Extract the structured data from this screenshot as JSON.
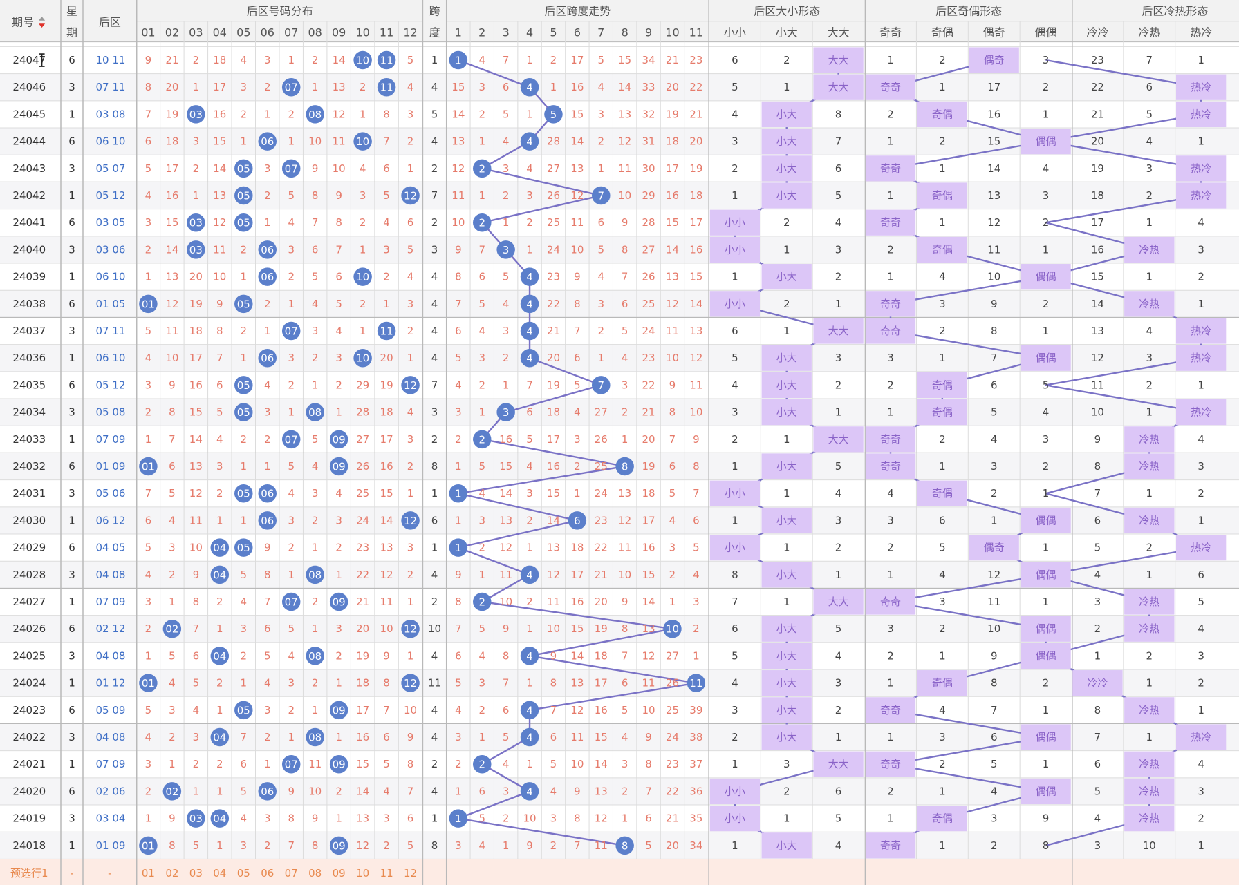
{
  "header": {
    "qihao": "期号",
    "week_line1": "星",
    "week_line2": "期",
    "houqu": "后区",
    "dist_title": "后区号码分布",
    "span_line1": "跨",
    "span_line2": "度",
    "span_trend_title": "后区跨度走势",
    "daxiao_title": "后区大小形态",
    "jiou_title": "后区奇偶形态",
    "lengre_title": "后区冷热形态",
    "dist_numbers": [
      "01",
      "02",
      "03",
      "04",
      "05",
      "06",
      "07",
      "08",
      "09",
      "10",
      "11",
      "12"
    ],
    "span_numbers": [
      "1",
      "2",
      "3",
      "4",
      "5",
      "6",
      "7",
      "8",
      "9",
      "10",
      "11"
    ],
    "daxiao_labels": [
      "小小",
      "小大",
      "大大"
    ],
    "jiou_labels": [
      "奇奇",
      "奇偶",
      "偶奇",
      "偶偶"
    ],
    "lengre_labels": [
      "冷冷",
      "冷热",
      "热冷"
    ]
  },
  "colors": {
    "ball": "#5b7fcb",
    "line": "#7a72c6",
    "miss_text": "#e67b6b",
    "link": "#3f6fc6",
    "form_bg": "#dcc6f7",
    "form_text": "#8a63c8",
    "footer_bg": "#fdebe4",
    "footer_text": "#e8894e"
  },
  "rows": [
    {
      "p": "24047",
      "w": "6",
      "b": "10 11",
      "d": [
        9,
        21,
        2,
        18,
        4,
        3,
        1,
        2,
        14,
        10,
        11,
        5
      ],
      "h": [
        10,
        11
      ],
      "s": 1,
      "st": [
        1,
        4,
        7,
        1,
        2,
        17,
        5,
        15,
        34,
        21,
        23
      ],
      "dx": [
        6,
        2,
        "大大"
      ],
      "jo": [
        1,
        2,
        "偶奇",
        3
      ],
      "lr": [
        23,
        7,
        1
      ]
    },
    {
      "p": "24046",
      "w": "3",
      "b": "07 11",
      "d": [
        8,
        20,
        1,
        17,
        3,
        2,
        7,
        1,
        13,
        2,
        11,
        4
      ],
      "h": [
        7,
        11
      ],
      "s": 4,
      "st": [
        15,
        3,
        6,
        4,
        1,
        16,
        4,
        14,
        33,
        20,
        22
      ],
      "dx": [
        5,
        1,
        "大大"
      ],
      "jo": [
        "奇奇",
        1,
        17,
        2
      ],
      "lr": [
        22,
        6,
        "热冷"
      ]
    },
    {
      "p": "24045",
      "w": "1",
      "b": "03 08",
      "d": [
        7,
        19,
        3,
        16,
        2,
        1,
        2,
        8,
        12,
        1,
        8,
        3
      ],
      "h": [
        3,
        8
      ],
      "s": 5,
      "st": [
        14,
        2,
        5,
        1,
        5,
        15,
        3,
        13,
        32,
        19,
        21
      ],
      "dx": [
        4,
        "小大",
        8
      ],
      "jo": [
        2,
        "奇偶",
        16,
        1
      ],
      "lr": [
        21,
        5,
        "热冷"
      ]
    },
    {
      "p": "24044",
      "w": "6",
      "b": "06 10",
      "d": [
        6,
        18,
        3,
        15,
        1,
        6,
        1,
        10,
        11,
        10,
        7,
        2
      ],
      "h": [
        6,
        10
      ],
      "s": 4,
      "st": [
        13,
        1,
        4,
        4,
        28,
        14,
        2,
        12,
        31,
        18,
        20
      ],
      "dx": [
        3,
        "小大",
        7
      ],
      "jo": [
        1,
        2,
        15,
        "偶偶"
      ],
      "lr": [
        20,
        4,
        1
      ]
    },
    {
      "p": "24043",
      "w": "3",
      "b": "05 07",
      "d": [
        5,
        17,
        2,
        14,
        5,
        3,
        7,
        9,
        10,
        4,
        6,
        1
      ],
      "h": [
        5,
        7
      ],
      "s": 2,
      "st": [
        12,
        2,
        3,
        4,
        27,
        13,
        1,
        11,
        30,
        17,
        19
      ],
      "dx": [
        2,
        "小大",
        6
      ],
      "jo": [
        "奇奇",
        1,
        14,
        4
      ],
      "lr": [
        19,
        3,
        "热冷"
      ]
    },
    {
      "p": "24042",
      "w": "1",
      "b": "05 12",
      "d": [
        4,
        16,
        1,
        13,
        5,
        2,
        5,
        8,
        9,
        3,
        5,
        12
      ],
      "h": [
        5,
        12
      ],
      "s": 7,
      "st": [
        11,
        1,
        2,
        3,
        26,
        12,
        7,
        10,
        29,
        16,
        18
      ],
      "dx": [
        1,
        "小大",
        5
      ],
      "jo": [
        1,
        "奇偶",
        13,
        3
      ],
      "lr": [
        18,
        2,
        "热冷"
      ]
    },
    {
      "p": "24041",
      "w": "6",
      "b": "03 05",
      "d": [
        3,
        15,
        3,
        12,
        5,
        1,
        4,
        7,
        8,
        2,
        4,
        6
      ],
      "h": [
        3,
        5
      ],
      "s": 2,
      "st": [
        10,
        2,
        1,
        2,
        25,
        11,
        6,
        9,
        28,
        15,
        17
      ],
      "dx": [
        "小小",
        2,
        4
      ],
      "jo": [
        "奇奇",
        1,
        12,
        2
      ],
      "lr": [
        17,
        1,
        4
      ]
    },
    {
      "p": "24040",
      "w": "3",
      "b": "03 06",
      "d": [
        2,
        14,
        3,
        11,
        2,
        6,
        3,
        6,
        7,
        1,
        3,
        5
      ],
      "h": [
        3,
        6
      ],
      "s": 3,
      "st": [
        9,
        7,
        3,
        1,
        24,
        10,
        5,
        8,
        27,
        14,
        16
      ],
      "dx": [
        "小小",
        1,
        3
      ],
      "jo": [
        2,
        "奇偶",
        11,
        1
      ],
      "lr": [
        16,
        "冷热",
        3
      ]
    },
    {
      "p": "24039",
      "w": "1",
      "b": "06 10",
      "d": [
        1,
        13,
        20,
        10,
        1,
        6,
        2,
        5,
        6,
        10,
        2,
        4
      ],
      "h": [
        6,
        10
      ],
      "s": 4,
      "st": [
        8,
        6,
        5,
        4,
        23,
        9,
        4,
        7,
        26,
        13,
        15
      ],
      "dx": [
        1,
        "小大",
        2
      ],
      "jo": [
        1,
        4,
        10,
        "偶偶"
      ],
      "lr": [
        15,
        1,
        2
      ]
    },
    {
      "p": "24038",
      "w": "6",
      "b": "01 05",
      "d": [
        1,
        12,
        19,
        9,
        5,
        2,
        1,
        4,
        5,
        2,
        1,
        3
      ],
      "h": [
        1,
        5
      ],
      "s": 4,
      "st": [
        7,
        5,
        4,
        4,
        22,
        8,
        3,
        6,
        25,
        12,
        14
      ],
      "dx": [
        "小小",
        2,
        1
      ],
      "jo": [
        "奇奇",
        3,
        9,
        2
      ],
      "lr": [
        14,
        "冷热",
        1
      ]
    },
    {
      "p": "24037",
      "w": "3",
      "b": "07 11",
      "d": [
        5,
        11,
        18,
        8,
        2,
        1,
        7,
        3,
        4,
        1,
        11,
        2
      ],
      "h": [
        7,
        11
      ],
      "s": 4,
      "st": [
        6,
        4,
        3,
        4,
        21,
        7,
        2,
        5,
        24,
        11,
        13
      ],
      "dx": [
        6,
        1,
        "大大"
      ],
      "jo": [
        "奇奇",
        2,
        8,
        1
      ],
      "lr": [
        13,
        4,
        "热冷"
      ]
    },
    {
      "p": "24036",
      "w": "1",
      "b": "06 10",
      "d": [
        4,
        10,
        17,
        7,
        1,
        6,
        3,
        2,
        3,
        10,
        20,
        1
      ],
      "h": [
        6,
        10
      ],
      "s": 4,
      "st": [
        5,
        3,
        2,
        4,
        20,
        6,
        1,
        4,
        23,
        10,
        12
      ],
      "dx": [
        5,
        "小大",
        3
      ],
      "jo": [
        3,
        1,
        7,
        "偶偶"
      ],
      "lr": [
        12,
        3,
        "热冷"
      ]
    },
    {
      "p": "24035",
      "w": "6",
      "b": "05 12",
      "d": [
        3,
        9,
        16,
        6,
        5,
        4,
        2,
        1,
        2,
        29,
        19,
        12
      ],
      "h": [
        5,
        12
      ],
      "s": 7,
      "st": [
        4,
        2,
        1,
        7,
        19,
        5,
        7,
        3,
        22,
        9,
        11
      ],
      "dx": [
        4,
        "小大",
        2
      ],
      "jo": [
        2,
        "奇偶",
        6,
        5
      ],
      "lr": [
        11,
        2,
        1
      ]
    },
    {
      "p": "24034",
      "w": "3",
      "b": "05 08",
      "d": [
        2,
        8,
        15,
        5,
        5,
        3,
        1,
        8,
        1,
        28,
        18,
        4
      ],
      "h": [
        5,
        8
      ],
      "s": 3,
      "st": [
        3,
        1,
        3,
        6,
        18,
        4,
        27,
        2,
        21,
        8,
        10
      ],
      "dx": [
        3,
        "小大",
        1
      ],
      "jo": [
        1,
        "奇偶",
        5,
        4
      ],
      "lr": [
        10,
        1,
        "热冷"
      ]
    },
    {
      "p": "24033",
      "w": "1",
      "b": "07 09",
      "d": [
        1,
        7,
        14,
        4,
        2,
        2,
        7,
        5,
        9,
        27,
        17,
        3
      ],
      "h": [
        7,
        9
      ],
      "s": 2,
      "st": [
        2,
        2,
        16,
        5,
        17,
        3,
        26,
        1,
        20,
        7,
        9
      ],
      "dx": [
        2,
        1,
        "大大"
      ],
      "jo": [
        "奇奇",
        2,
        4,
        3
      ],
      "lr": [
        9,
        "冷热",
        4
      ]
    },
    {
      "p": "24032",
      "w": "6",
      "b": "01 09",
      "d": [
        1,
        6,
        13,
        3,
        1,
        1,
        5,
        4,
        9,
        26,
        16,
        2
      ],
      "h": [
        1,
        9
      ],
      "s": 8,
      "st": [
        1,
        5,
        15,
        4,
        16,
        2,
        25,
        8,
        19,
        6,
        8
      ],
      "dx": [
        1,
        "小大",
        5
      ],
      "jo": [
        "奇奇",
        1,
        3,
        2
      ],
      "lr": [
        8,
        "冷热",
        3
      ]
    },
    {
      "p": "24031",
      "w": "3",
      "b": "05 06",
      "d": [
        7,
        5,
        12,
        2,
        5,
        6,
        4,
        3,
        4,
        25,
        15,
        1
      ],
      "h": [
        5,
        6
      ],
      "s": 1,
      "st": [
        1,
        4,
        14,
        3,
        15,
        1,
        24,
        13,
        18,
        5,
        7
      ],
      "dx": [
        "小小",
        1,
        4
      ],
      "jo": [
        4,
        "奇偶",
        2,
        1
      ],
      "lr": [
        7,
        1,
        2
      ]
    },
    {
      "p": "24030",
      "w": "1",
      "b": "06 12",
      "d": [
        6,
        4,
        11,
        1,
        1,
        6,
        3,
        2,
        3,
        24,
        14,
        12
      ],
      "h": [
        6,
        12
      ],
      "s": 6,
      "st": [
        1,
        3,
        13,
        2,
        14,
        6,
        23,
        12,
        17,
        4,
        6
      ],
      "dx": [
        1,
        "小大",
        3
      ],
      "jo": [
        3,
        6,
        1,
        "偶偶"
      ],
      "lr": [
        6,
        "冷热",
        1
      ]
    },
    {
      "p": "24029",
      "w": "6",
      "b": "04 05",
      "d": [
        5,
        3,
        10,
        4,
        5,
        9,
        2,
        1,
        2,
        23,
        13,
        3
      ],
      "h": [
        4,
        5
      ],
      "s": 1,
      "st": [
        1,
        2,
        12,
        1,
        13,
        18,
        22,
        11,
        16,
        3,
        5
      ],
      "dx": [
        "小小",
        1,
        2
      ],
      "jo": [
        2,
        5,
        "偶奇",
        1
      ],
      "lr": [
        5,
        2,
        "热冷"
      ]
    },
    {
      "p": "24028",
      "w": "3",
      "b": "04 08",
      "d": [
        4,
        2,
        9,
        4,
        5,
        8,
        1,
        8,
        1,
        22,
        12,
        2
      ],
      "h": [
        4,
        8
      ],
      "s": 4,
      "st": [
        9,
        1,
        11,
        4,
        12,
        17,
        21,
        10,
        15,
        2,
        4
      ],
      "dx": [
        8,
        "小大",
        1
      ],
      "jo": [
        1,
        4,
        12,
        "偶偶"
      ],
      "lr": [
        4,
        1,
        6
      ]
    },
    {
      "p": "24027",
      "w": "1",
      "b": "07 09",
      "d": [
        3,
        1,
        8,
        2,
        4,
        7,
        7,
        2,
        9,
        21,
        11,
        1
      ],
      "h": [
        7,
        9
      ],
      "s": 2,
      "st": [
        8,
        2,
        10,
        2,
        11,
        16,
        20,
        9,
        14,
        1,
        3
      ],
      "dx": [
        7,
        1,
        "大大"
      ],
      "jo": [
        "奇奇",
        3,
        11,
        1
      ],
      "lr": [
        3,
        "冷热",
        5
      ]
    },
    {
      "p": "24026",
      "w": "6",
      "b": "02 12",
      "d": [
        2,
        2,
        7,
        1,
        3,
        6,
        5,
        1,
        3,
        20,
        10,
        12
      ],
      "h": [
        2,
        12
      ],
      "s": 10,
      "st": [
        7,
        5,
        9,
        1,
        10,
        15,
        19,
        8,
        13,
        10,
        2
      ],
      "dx": [
        6,
        "小大",
        5
      ],
      "jo": [
        3,
        2,
        10,
        "偶偶"
      ],
      "lr": [
        2,
        "冷热",
        4
      ]
    },
    {
      "p": "24025",
      "w": "3",
      "b": "04 08",
      "d": [
        1,
        5,
        6,
        4,
        2,
        5,
        4,
        8,
        2,
        19,
        9,
        1
      ],
      "h": [
        4,
        8
      ],
      "s": 4,
      "st": [
        6,
        4,
        8,
        4,
        9,
        14,
        18,
        7,
        12,
        27,
        1
      ],
      "dx": [
        5,
        "小大",
        4
      ],
      "jo": [
        2,
        1,
        9,
        "偶偶"
      ],
      "lr": [
        1,
        2,
        3
      ]
    },
    {
      "p": "24024",
      "w": "1",
      "b": "01 12",
      "d": [
        1,
        4,
        5,
        2,
        1,
        4,
        3,
        2,
        1,
        18,
        8,
        12
      ],
      "h": [
        1,
        12
      ],
      "s": 11,
      "st": [
        5,
        3,
        7,
        1,
        8,
        13,
        17,
        6,
        11,
        26,
        11
      ],
      "dx": [
        4,
        "小大",
        3
      ],
      "jo": [
        1,
        "奇偶",
        8,
        2
      ],
      "lr": [
        "冷冷",
        1,
        2
      ]
    },
    {
      "p": "24023",
      "w": "6",
      "b": "05 09",
      "d": [
        5,
        3,
        4,
        1,
        5,
        3,
        2,
        1,
        9,
        17,
        7,
        10
      ],
      "h": [
        5,
        9
      ],
      "s": 4,
      "st": [
        4,
        2,
        6,
        4,
        7,
        12,
        16,
        5,
        10,
        25,
        39
      ],
      "dx": [
        3,
        "小大",
        2
      ],
      "jo": [
        "奇奇",
        4,
        7,
        1
      ],
      "lr": [
        8,
        "冷热",
        1
      ]
    },
    {
      "p": "24022",
      "w": "3",
      "b": "04 08",
      "d": [
        4,
        2,
        3,
        4,
        7,
        2,
        1,
        8,
        1,
        16,
        6,
        9
      ],
      "h": [
        4,
        8
      ],
      "s": 4,
      "st": [
        3,
        1,
        5,
        4,
        6,
        11,
        15,
        4,
        9,
        24,
        38
      ],
      "dx": [
        2,
        "小大",
        1
      ],
      "jo": [
        1,
        3,
        6,
        "偶偶"
      ],
      "lr": [
        7,
        1,
        "热冷"
      ]
    },
    {
      "p": "24021",
      "w": "1",
      "b": "07 09",
      "d": [
        3,
        1,
        2,
        2,
        6,
        1,
        7,
        11,
        9,
        15,
        5,
        8
      ],
      "h": [
        7,
        9
      ],
      "s": 2,
      "st": [
        2,
        2,
        4,
        1,
        5,
        10,
        14,
        3,
        8,
        23,
        37
      ],
      "dx": [
        1,
        3,
        "大大"
      ],
      "jo": [
        "奇奇",
        2,
        5,
        1
      ],
      "lr": [
        6,
        "冷热",
        4
      ]
    },
    {
      "p": "24020",
      "w": "6",
      "b": "02 06",
      "d": [
        2,
        2,
        1,
        1,
        5,
        6,
        9,
        10,
        2,
        14,
        4,
        7
      ],
      "h": [
        2,
        6
      ],
      "s": 4,
      "st": [
        1,
        6,
        3,
        4,
        4,
        9,
        13,
        2,
        7,
        22,
        36
      ],
      "dx": [
        "小小",
        2,
        6
      ],
      "jo": [
        2,
        1,
        4,
        "偶偶"
      ],
      "lr": [
        5,
        "冷热",
        3
      ]
    },
    {
      "p": "24019",
      "w": "3",
      "b": "03 04",
      "d": [
        1,
        9,
        3,
        4,
        4,
        3,
        8,
        9,
        1,
        13,
        3,
        6
      ],
      "h": [
        3,
        4
      ],
      "s": 1,
      "st": [
        1,
        5,
        2,
        10,
        3,
        8,
        12,
        1,
        6,
        21,
        35
      ],
      "dx": [
        "小小",
        1,
        5
      ],
      "jo": [
        1,
        "奇偶",
        3,
        9
      ],
      "lr": [
        4,
        "冷热",
        2
      ]
    },
    {
      "p": "24018",
      "w": "1",
      "b": "01 09",
      "d": [
        1,
        8,
        5,
        1,
        3,
        2,
        7,
        8,
        9,
        12,
        2,
        5
      ],
      "h": [
        1,
        9
      ],
      "s": 8,
      "st": [
        3,
        4,
        1,
        9,
        2,
        7,
        11,
        8,
        5,
        20,
        34
      ],
      "dx": [
        1,
        "小大",
        4
      ],
      "jo": [
        "奇奇",
        1,
        2,
        8
      ],
      "lr": [
        3,
        10,
        1
      ]
    }
  ],
  "footer": {
    "label": "预选行1",
    "dash1": "-",
    "dash2": "-",
    "numbers": [
      "01",
      "02",
      "03",
      "04",
      "05",
      "06",
      "07",
      "08",
      "09",
      "10",
      "11",
      "12"
    ]
  }
}
